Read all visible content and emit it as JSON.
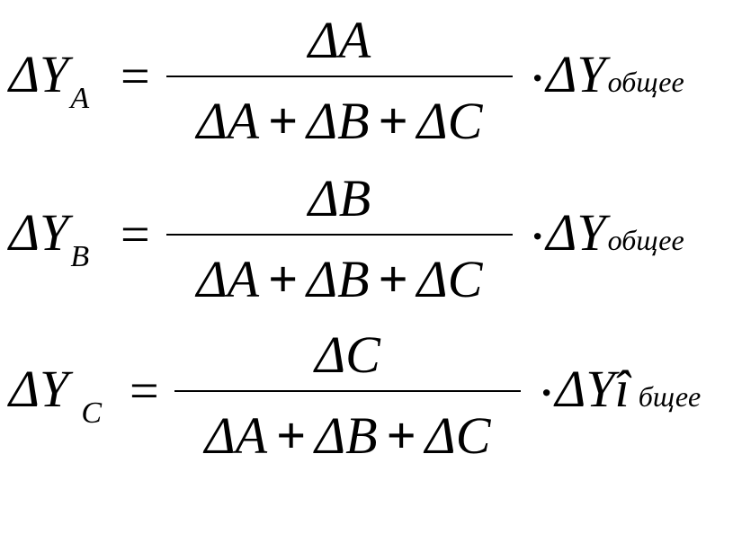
{
  "formulas": [
    {
      "lhs_main": "ΔY",
      "lhs_sub": "A",
      "eq": "=",
      "numerator": "ΔA",
      "denominator": {
        "term1": "ΔA",
        "plus1": "+",
        "term2": "ΔB",
        "plus2": "+",
        "term3": "ΔC"
      },
      "rhs_dot": "·",
      "rhs_main": "ΔY",
      "rhs_word": "общее"
    },
    {
      "lhs_main": "ΔY",
      "lhs_sub": "B",
      "eq": "=",
      "numerator": "ΔB",
      "denominator": {
        "term1": "ΔA",
        "plus1": "+",
        "term2": "ΔB",
        "plus2": "+",
        "term3": "ΔC"
      },
      "rhs_dot": "·",
      "rhs_main": "ΔY",
      "rhs_word": "общее"
    },
    {
      "lhs_main": "ΔY",
      "lhs_sub": "C",
      "eq": "=",
      "numerator": "ΔC",
      "denominator": {
        "term1": "ΔA",
        "plus1": "+",
        "term2": "ΔB",
        "plus2": "+",
        "term3": "ΔC"
      },
      "rhs_dot": "·",
      "rhs_main": "ΔYî",
      "rhs_word": "бщее"
    }
  ]
}
